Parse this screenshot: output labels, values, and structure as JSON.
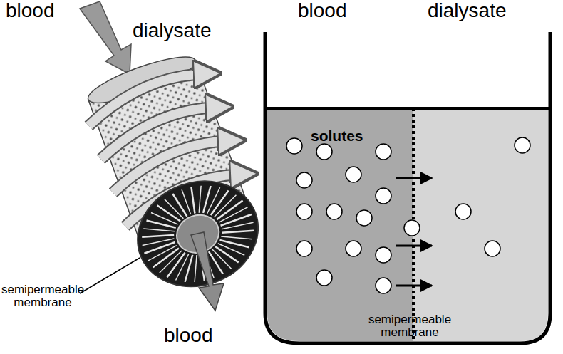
{
  "diagram": {
    "labels": [
      "blood",
      "blood",
      "dialysate",
      "dialysate",
      "solutes",
      "semipermeable membrane",
      "semipermeable membrane",
      "blood"
    ]
  }
}
